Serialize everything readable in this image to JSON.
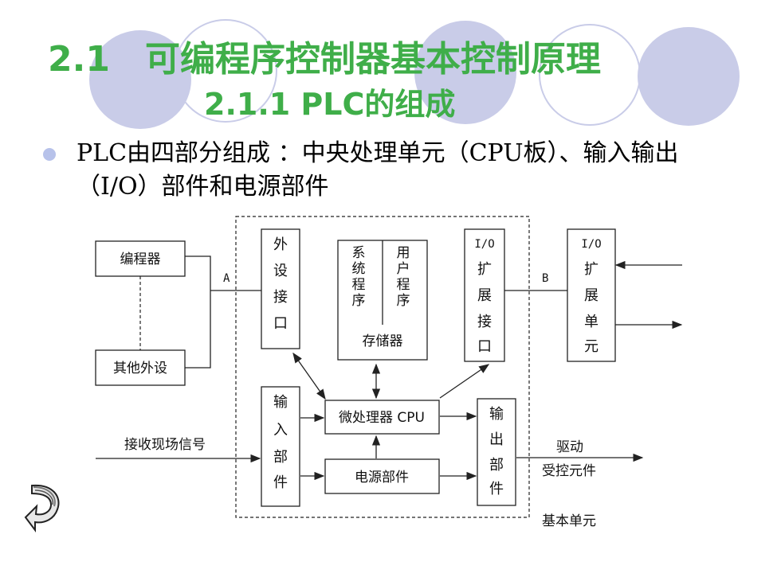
{
  "slide": {
    "title_num": "2.1",
    "title_text": "可编程序控制器基本控制原理",
    "subtitle": "2.1.1  PLC的组成",
    "bullet": "PLC由四部分组成 ：中央处理单元（CPU板）、输入输出（I/O）部件和电源部件"
  },
  "diagram": {
    "programmer": "编程器",
    "other_devices": "其他外设",
    "label_a": "A",
    "label_b": "B",
    "peripheral_interface": [
      "外",
      "设",
      "接",
      "口"
    ],
    "system_program": [
      "系",
      "统",
      "程",
      "序"
    ],
    "user_program": [
      "用",
      "户",
      "程",
      "序"
    ],
    "memory": "存储器",
    "io_ext_interface": [
      "I/O",
      "扩",
      "展",
      "接",
      "口"
    ],
    "io_ext_unit": [
      "I/O",
      "扩",
      "展",
      "单",
      "元"
    ],
    "input_unit": [
      "输",
      "入",
      "部",
      "件"
    ],
    "cpu": "微处理器 CPU",
    "power": "电源部件",
    "output_unit": [
      "输",
      "出",
      "部",
      "件"
    ],
    "receive_signal": "接收现场信号",
    "drive_line1": "驱动",
    "drive_line2": "受控元件",
    "basic_unit": "基本单元"
  },
  "colors": {
    "title_green": "#3fae49",
    "circle_fill": "#c9cce8",
    "bullet": "#b7c2ea"
  },
  "icons": {
    "nav": "curved-arrow-back-icon"
  }
}
